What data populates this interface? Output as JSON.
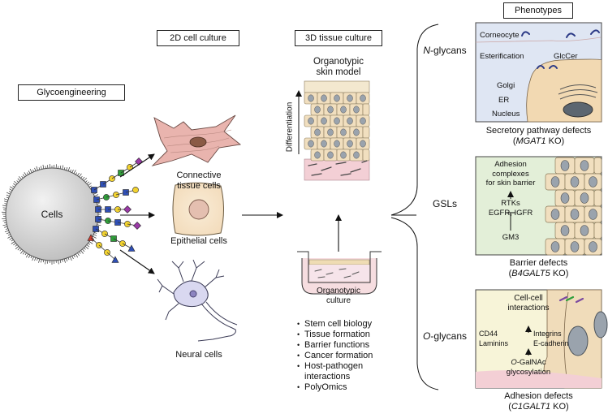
{
  "glycoengineering": "Glycoengineering",
  "cells_label": "Cells",
  "culture_2d": {
    "title": "2D cell culture",
    "connective_line1": "Connective",
    "connective_line2": "tissue cells",
    "epithelial": "Epithelial cells",
    "neural": "Neural cells"
  },
  "culture_3d": {
    "title": "3D tissue culture",
    "skin_line1": "Organotypic",
    "skin_line2": "skin model",
    "differentiation": "Differentiation",
    "culture_line1": "Organotypic",
    "culture_line2": "culture"
  },
  "applications": [
    "Stem cell biology",
    "Tissue formation",
    "Barrier functions",
    "Cancer formation",
    "Host-pathogen",
    "interactions",
    "PolyOmics"
  ],
  "phenotypes_title": "Phenotypes",
  "classes": {
    "n_glycans_prefix": "N",
    "n_glycans_suffix": "-glycans",
    "gsls": "GSLs",
    "o_glycans_prefix": "O",
    "o_glycans_suffix": "-glycans"
  },
  "panel1": {
    "corneocyte": "Corneocyte",
    "esterification": "Esterification",
    "glccer": "GlcCer",
    "golgi": "Golgi",
    "er": "ER",
    "nucleus": "Nucleus",
    "caption": "Secretory pathway defects",
    "gene": "MGAT1",
    "ko": " KO)"
  },
  "panel2": {
    "line1": "Adhesion",
    "line2": "complexes",
    "line3": "for skin barrier",
    "rtks": "RTKs",
    "egfr": "EGFR, IGFR",
    "gm3": "GM3",
    "caption": "Barrier defects",
    "gene": "B4GALT5",
    "ko": " KO)"
  },
  "panel3": {
    "line1": "Cell-cell",
    "line2": "interactions",
    "cd44": "CD44",
    "laminins": "Laminins",
    "integrins": "Integrins",
    "ecadherin": "E-cadherin",
    "o_prefix": "O",
    "galnac": "-GalNAc",
    "glycosylation": "glycosylation",
    "caption": "Adhesion defects",
    "gene": "C1GALT1",
    "ko": " KO)"
  },
  "colors": {
    "panel1_bg": "#dfe6f3",
    "panel2_bg": "#e3efd8",
    "panel3_bg": "#f7f4d8",
    "skin_cell": "#f1dfbf",
    "nucleus": "#9aa3ad",
    "dermis": "#f3cfd5",
    "glycan_blue": "#2f4fb5",
    "glycan_yellow": "#f2d230",
    "glycan_green": "#2f9e3a",
    "glycan_purple": "#9a3aa6",
    "glycan_red": "#d33a2c"
  }
}
